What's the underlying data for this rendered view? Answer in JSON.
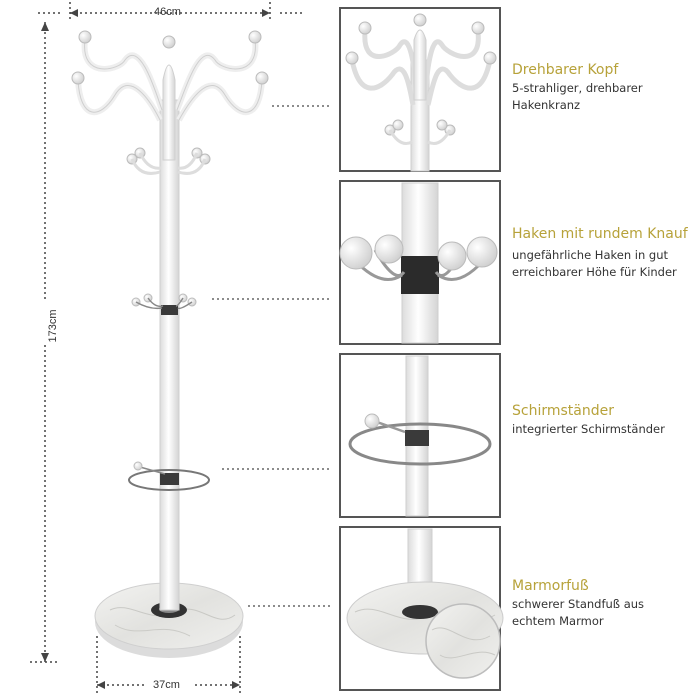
{
  "dimensions": {
    "width_label": "46cm",
    "height_label": "173cm",
    "base_label": "37cm"
  },
  "features": [
    {
      "title": "Drehbarer Kopf",
      "desc": "5-strahliger, drehbarer\nHakenkranz"
    },
    {
      "title": "Haken mit rundem Knauf",
      "desc": "ungefährliche Haken in gut\nerreichbarer Höhe für Kinder"
    },
    {
      "title": "Schirmständer",
      "desc": "integrierter Schirmständer"
    },
    {
      "title": "Marmorfuß",
      "desc": "schwerer Standfuß aus\nechtem Marmor"
    }
  ],
  "colors": {
    "accent": "#b7a23a",
    "frame": "#555555",
    "stand": "#f4f4f4",
    "outline": "#c8c8c8"
  }
}
